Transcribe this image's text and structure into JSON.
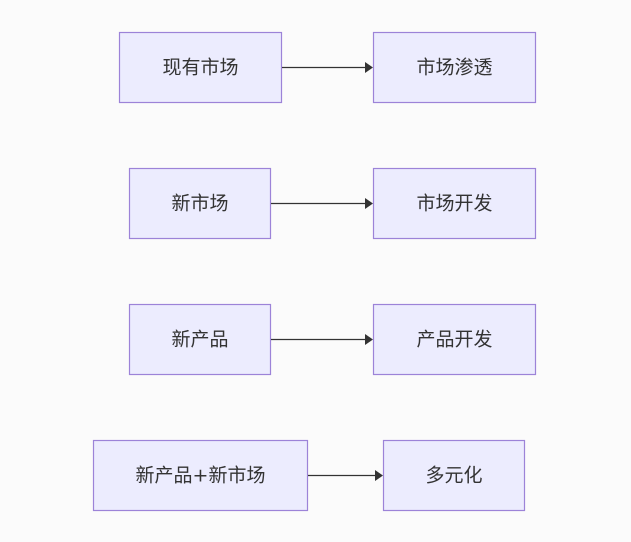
{
  "diagram": {
    "rows": [
      {
        "source": {
          "label": "现有市场"
        },
        "target": {
          "label": "市场渗透"
        }
      },
      {
        "source": {
          "label": "新市场"
        },
        "target": {
          "label": "市场开发"
        }
      },
      {
        "source": {
          "label": "新产品"
        },
        "target": {
          "label": "产品开发"
        }
      },
      {
        "source": {
          "label": "新产品+新市场"
        },
        "target": {
          "label": "多元化"
        }
      }
    ]
  },
  "colors": {
    "background": "#fbfbfb",
    "node_fill": "#ececfe",
    "node_border": "#9c83d8",
    "edge": "#333333",
    "text": "#333333"
  }
}
